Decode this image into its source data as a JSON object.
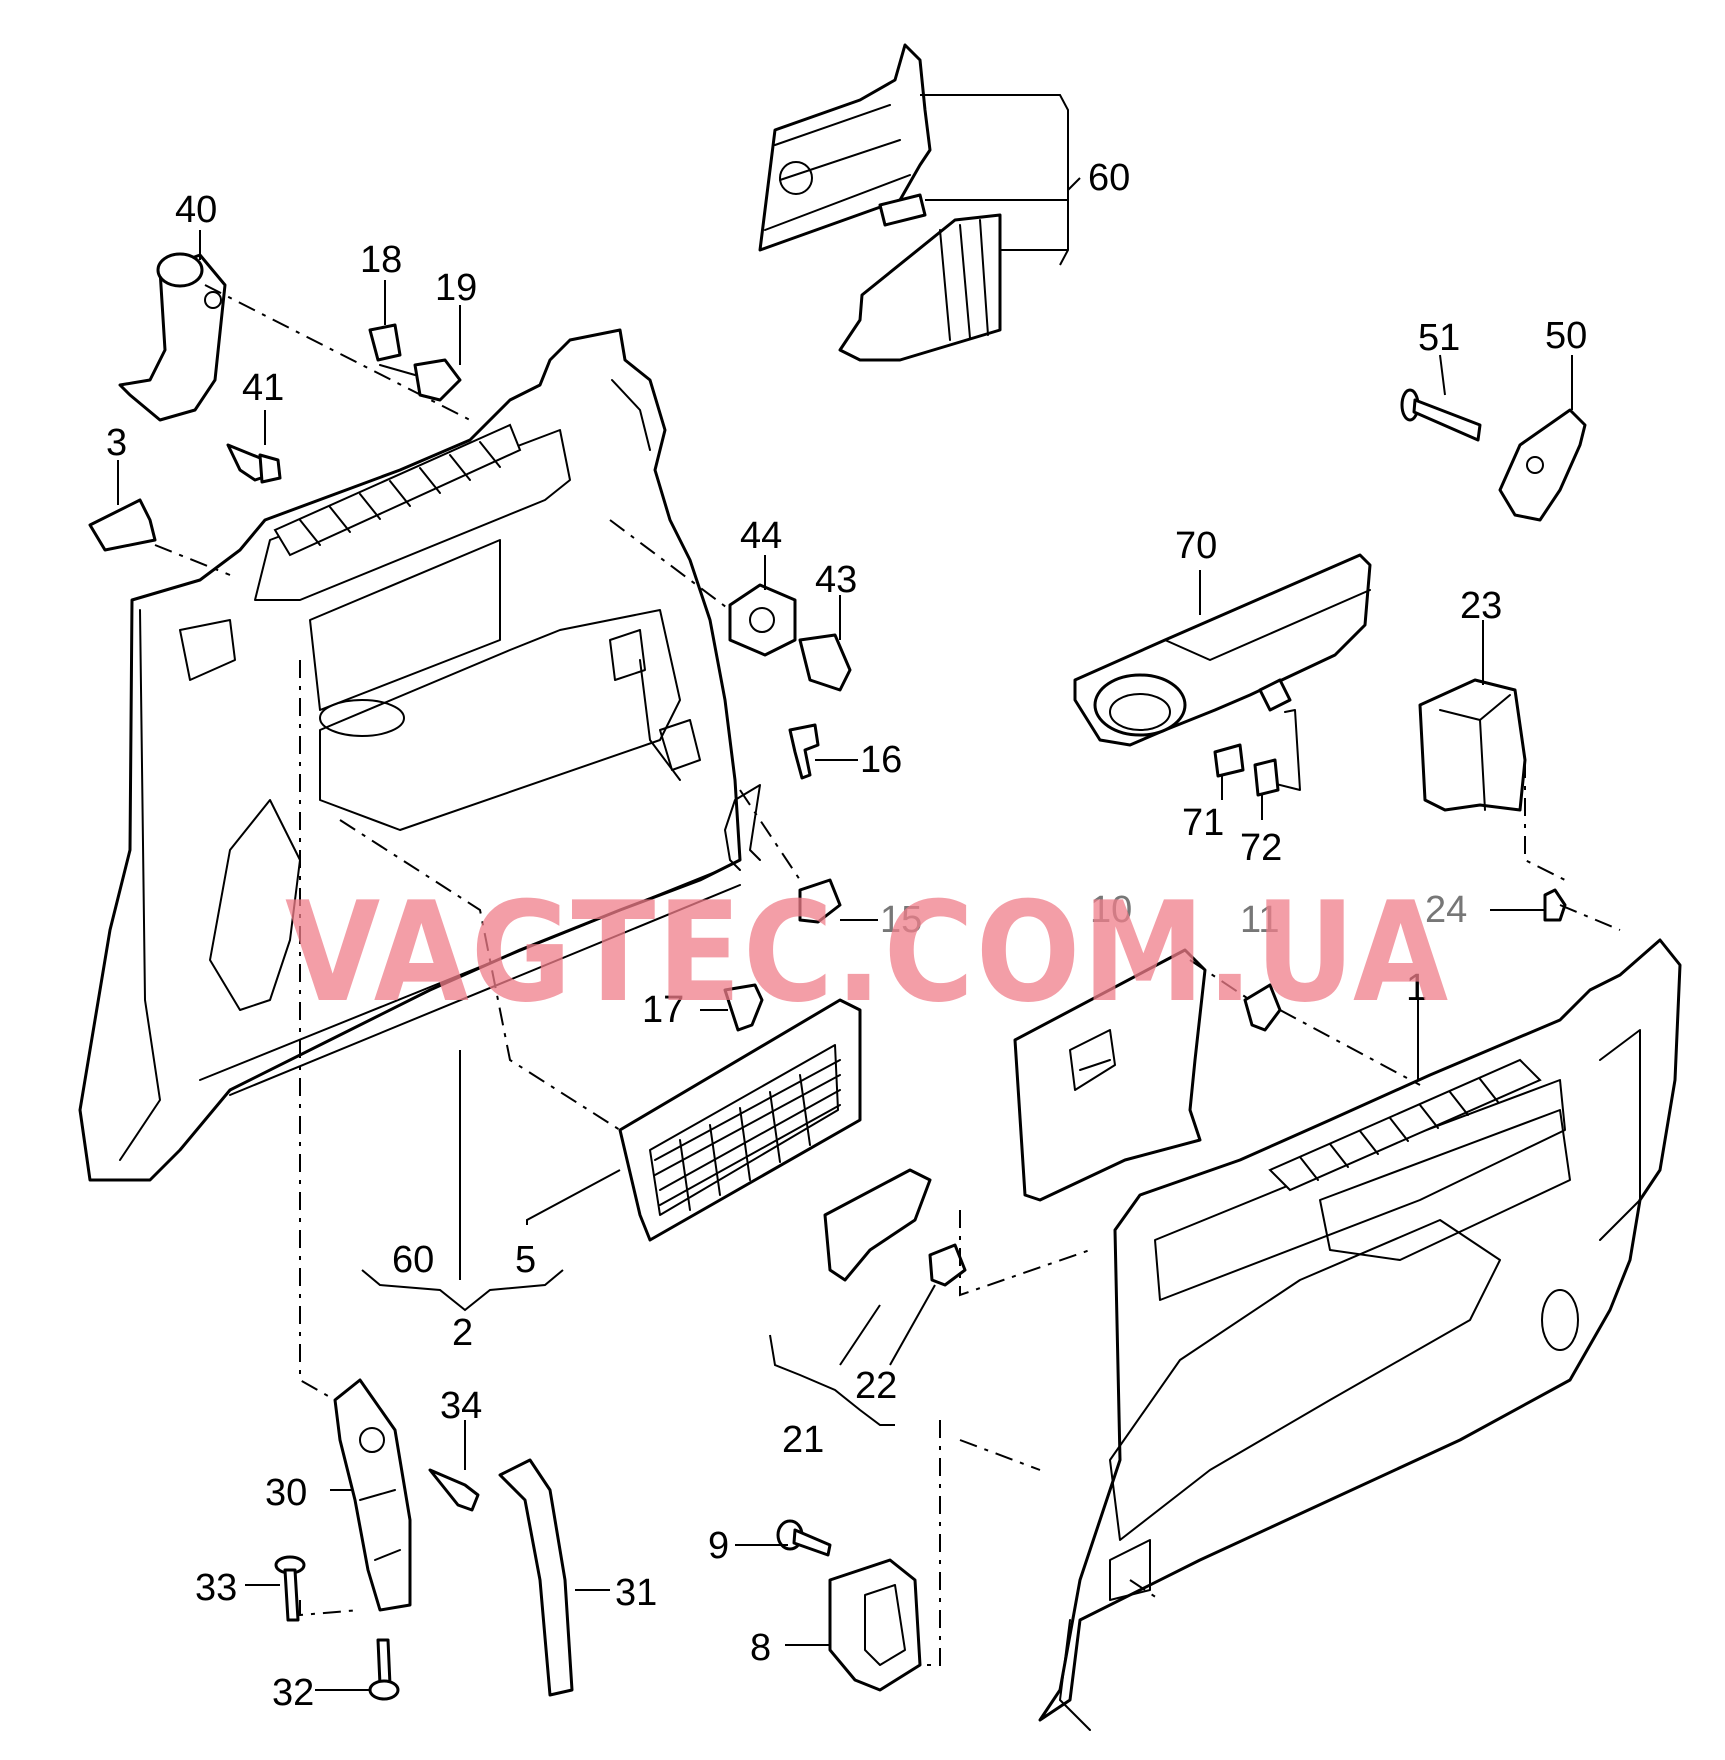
{
  "watermark": "VAGTEC.COM.UA",
  "callouts": [
    {
      "id": "c40",
      "text": "40"
    },
    {
      "id": "c18",
      "text": "18"
    },
    {
      "id": "c19",
      "text": "19"
    },
    {
      "id": "c41",
      "text": "41"
    },
    {
      "id": "c3",
      "text": "3"
    },
    {
      "id": "c60a",
      "text": "60"
    },
    {
      "id": "c51",
      "text": "51"
    },
    {
      "id": "c50",
      "text": "50"
    },
    {
      "id": "c44",
      "text": "44"
    },
    {
      "id": "c43",
      "text": "43"
    },
    {
      "id": "c70",
      "text": "70"
    },
    {
      "id": "c23",
      "text": "23"
    },
    {
      "id": "c16",
      "text": "16"
    },
    {
      "id": "c71",
      "text": "71"
    },
    {
      "id": "c72",
      "text": "72"
    },
    {
      "id": "c15",
      "text": "15"
    },
    {
      "id": "c10",
      "text": "10"
    },
    {
      "id": "c11",
      "text": "11"
    },
    {
      "id": "c24",
      "text": "24"
    },
    {
      "id": "c17",
      "text": "17"
    },
    {
      "id": "c1",
      "text": "1"
    },
    {
      "id": "c60b",
      "text": "60"
    },
    {
      "id": "c5",
      "text": "5"
    },
    {
      "id": "c2",
      "text": "2"
    },
    {
      "id": "c22",
      "text": "22"
    },
    {
      "id": "c21",
      "text": "21"
    },
    {
      "id": "c34",
      "text": "34"
    },
    {
      "id": "c30",
      "text": "30"
    },
    {
      "id": "c31",
      "text": "31"
    },
    {
      "id": "c9",
      "text": "9"
    },
    {
      "id": "c33",
      "text": "33"
    },
    {
      "id": "c8",
      "text": "8"
    },
    {
      "id": "c32",
      "text": "32"
    }
  ]
}
